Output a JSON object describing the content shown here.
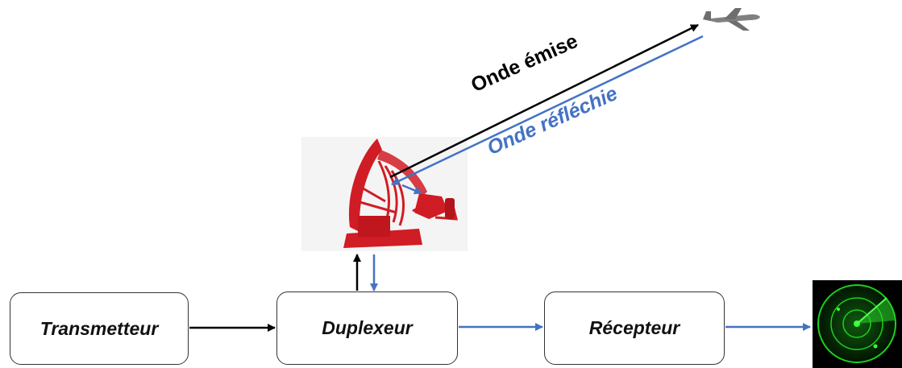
{
  "blocks": {
    "transmetteur": "Transmetteur",
    "duplexeur": "Duplexeur",
    "recepteur": "Récepteur"
  },
  "waves": {
    "emitted": "Onde émise",
    "reflected": "Onde réfléchie"
  },
  "icons": {
    "antenna": "radar-antenna-icon",
    "aircraft": "airplane-icon",
    "display": "radar-screen-icon"
  },
  "colors": {
    "emitted": "#000000",
    "reflected": "#4472c4",
    "antenna": "#d01c24",
    "screen": "#1bd11b"
  }
}
